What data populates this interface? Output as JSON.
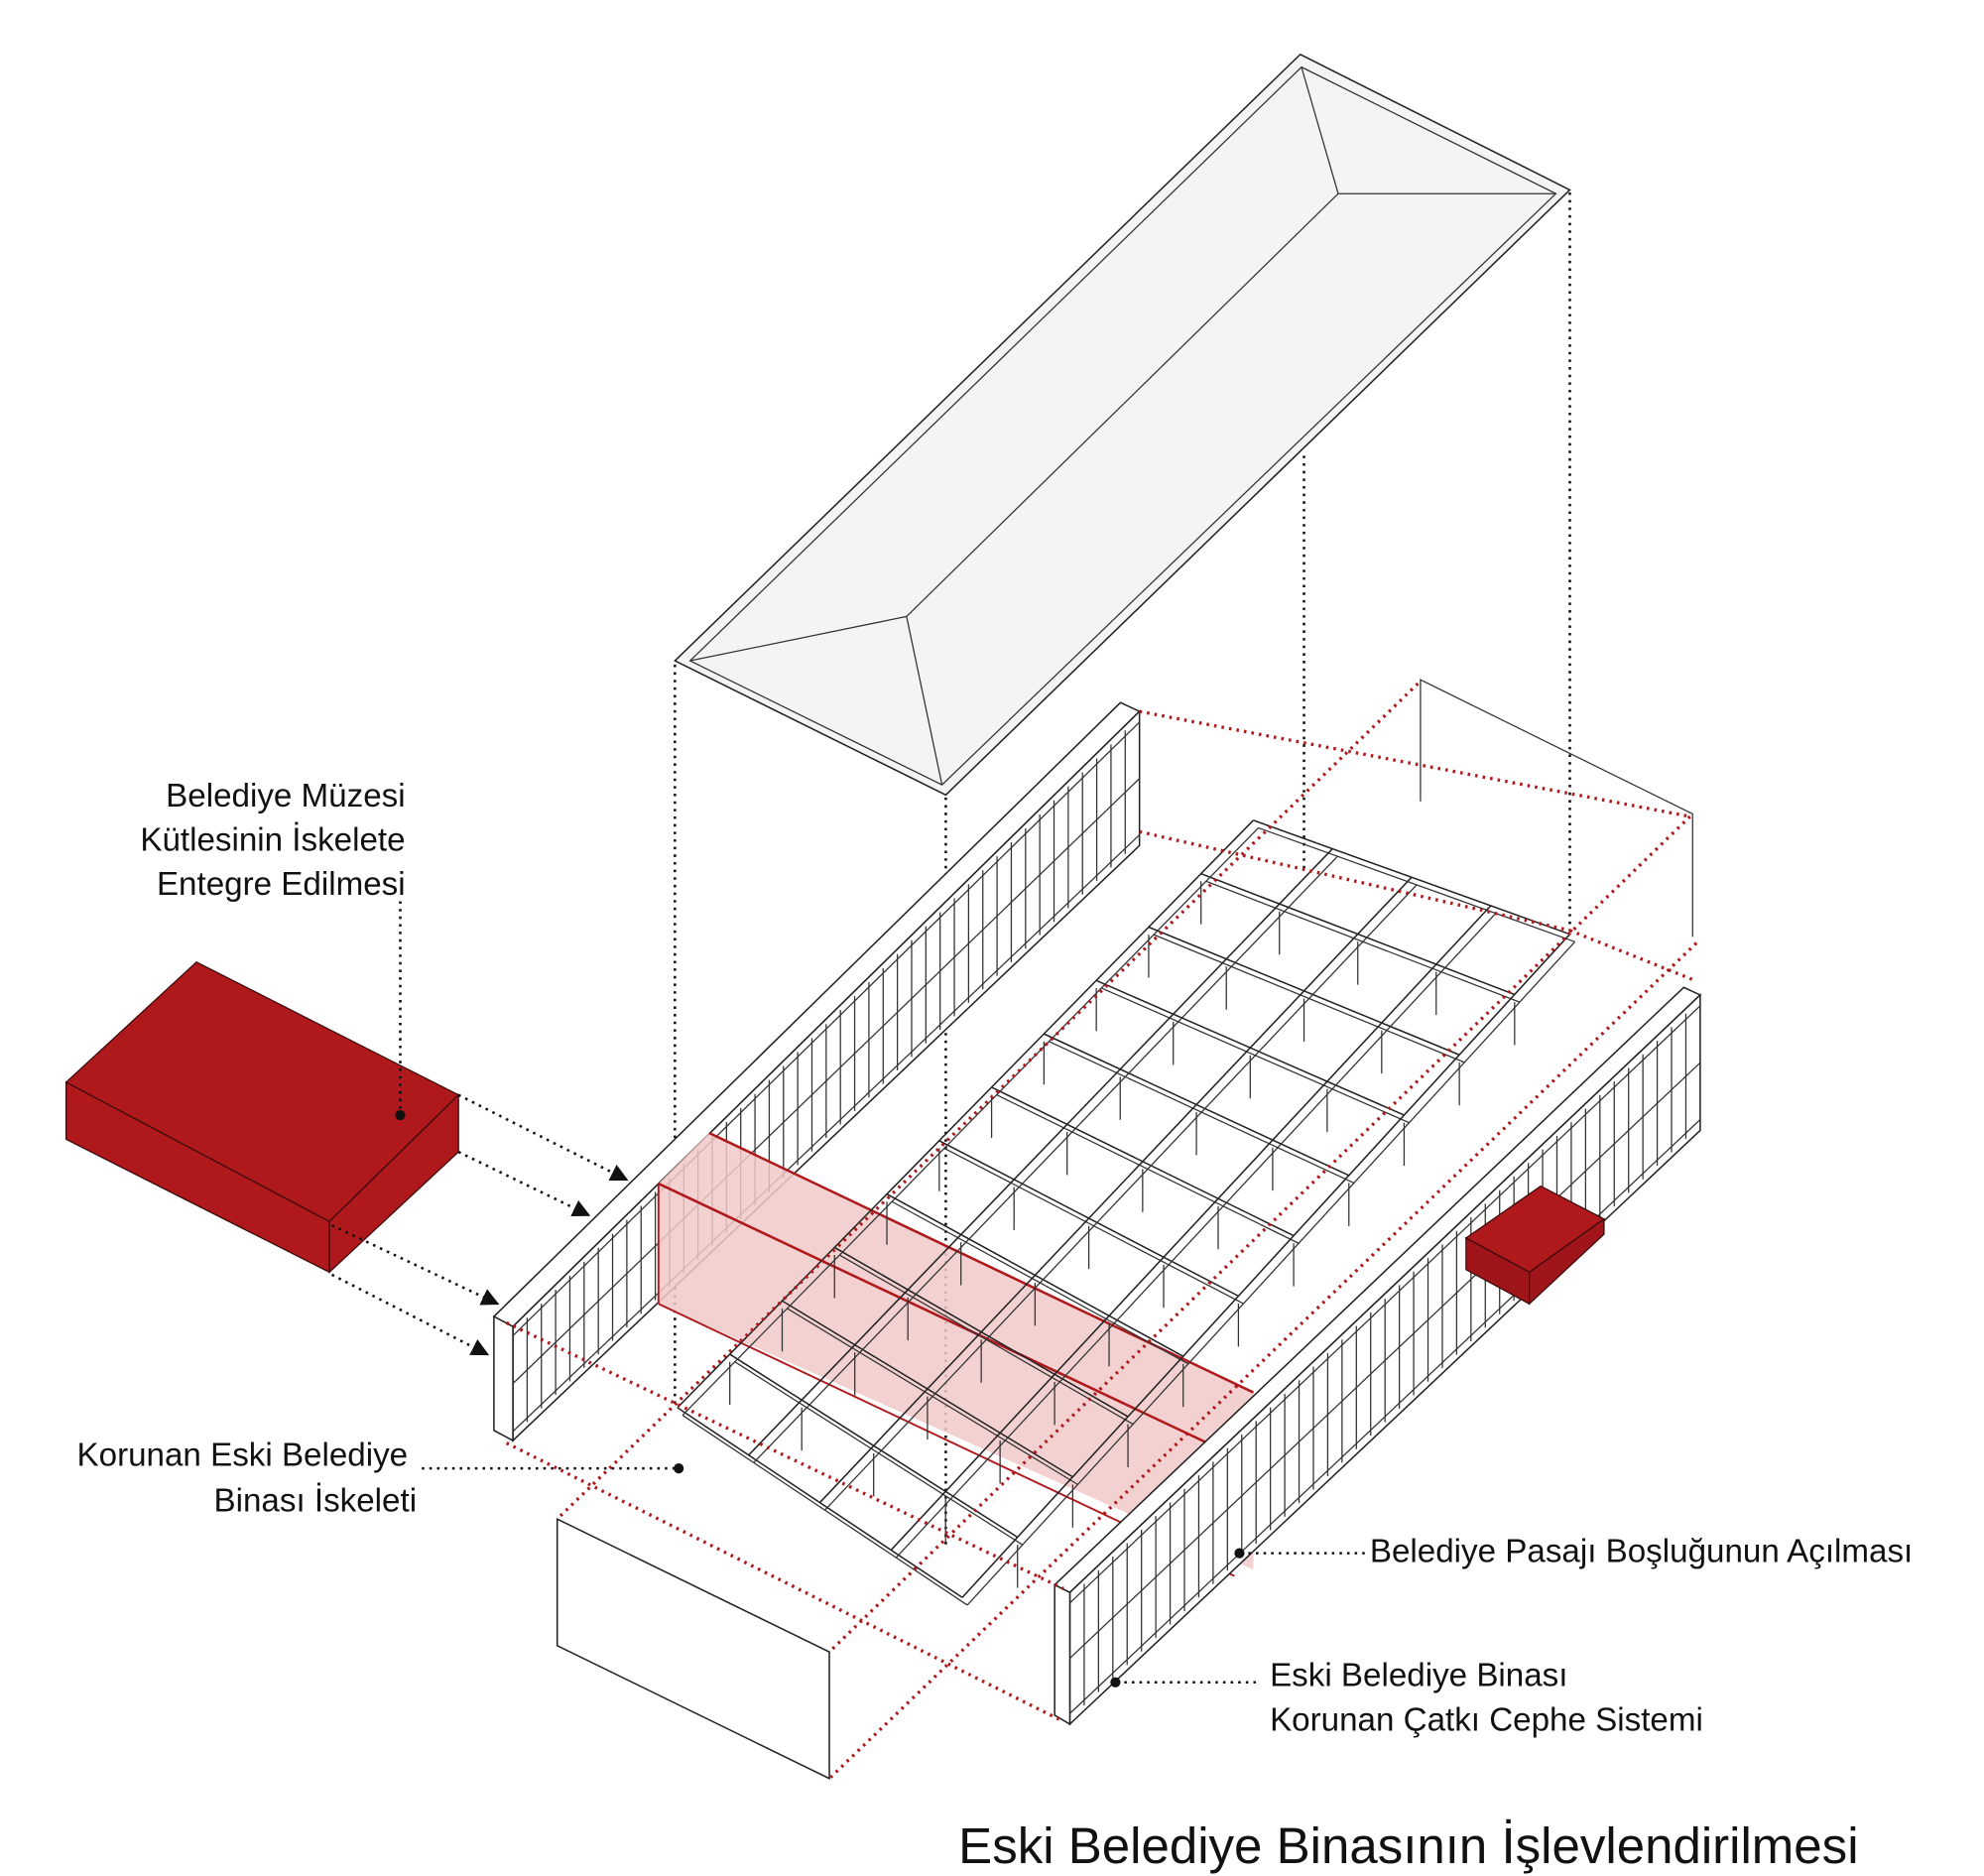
{
  "title": "Eski Belediye Binasının İşlevlendirilmesi",
  "labels": {
    "museum": [
      "Belediye Müzesi",
      "Kütlesinin İskelete",
      "Entegre Edilmesi"
    ],
    "skeleton": [
      "Korunan Eski Belediye",
      "Binası İskeleti"
    ],
    "passage": "Belediye Pasajı Boşluğunun Açılması",
    "facade": [
      "Eski Belediye Binası",
      "Korunan Çatkı Cephe Sistemi"
    ]
  },
  "colors": {
    "accent": "#b0191c",
    "pink": "#f2c9c9",
    "roof": "#f2f2f2"
  }
}
